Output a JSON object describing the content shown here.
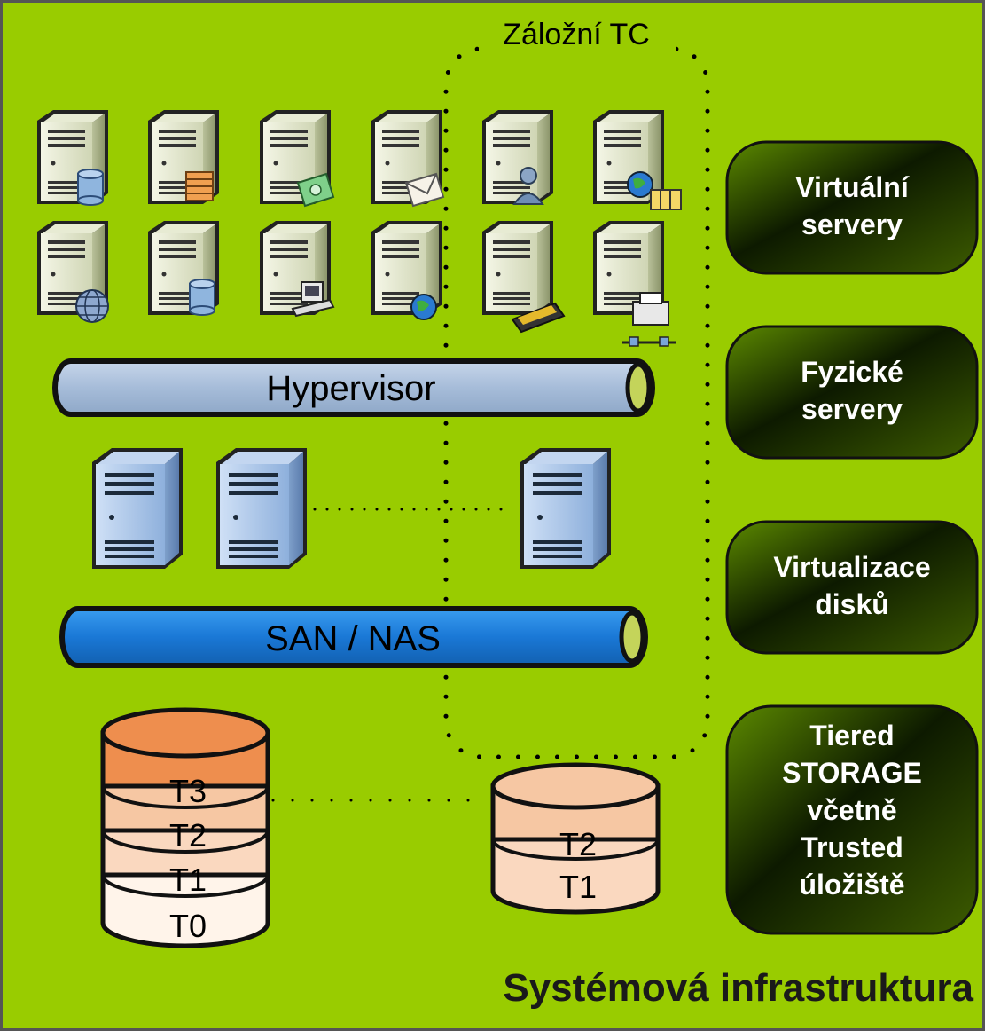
{
  "backup_site": {
    "label": "Záložní TC"
  },
  "layers": {
    "hypervisor": "Hypervisor",
    "san_nas": "SAN / NAS"
  },
  "side_labels": [
    {
      "lines": [
        "Virtuální",
        "servery"
      ]
    },
    {
      "lines": [
        "Fyzické",
        "servery"
      ]
    },
    {
      "lines": [
        "Virtualizace",
        "disků"
      ]
    },
    {
      "lines": [
        "Tiered",
        "STORAGE",
        "včetně",
        "Trusted",
        "úložiště"
      ]
    }
  ],
  "virtual_servers": [
    {
      "icon": "server-database-icon"
    },
    {
      "icon": "server-firewall-icon"
    },
    {
      "icon": "server-money-icon"
    },
    {
      "icon": "server-mail-icon"
    },
    {
      "icon": "server-user-icon"
    },
    {
      "icon": "server-web-folder-icon"
    },
    {
      "icon": "server-globe-icon"
    },
    {
      "icon": "server-database-icon"
    },
    {
      "icon": "server-workstation-icon"
    },
    {
      "icon": "server-globe-icon"
    },
    {
      "icon": "server-fax-icon"
    },
    {
      "icon": "server-printer-icon"
    }
  ],
  "physical_servers": [
    {
      "icon": "physical-server-icon"
    },
    {
      "icon": "physical-server-icon"
    },
    {
      "icon": "physical-server-icon"
    }
  ],
  "primary_storage": {
    "tiers": [
      "T3",
      "T2",
      "T1",
      "T0"
    ],
    "colors": [
      "#EE8E4E",
      "#F6C7A3",
      "#FAD8BF",
      "#FFF4EA"
    ]
  },
  "backup_storage": {
    "tiers": [
      "T2",
      "T1"
    ],
    "colors": [
      "#F6C7A3",
      "#FAD8BF"
    ]
  },
  "footer": {
    "title": "Systémová infrastruktura"
  },
  "colors": {
    "background": "#99CC00",
    "frame": "#555555",
    "hypervisor_bar": "#A9BEDA",
    "san_bar": "#1F7FD8",
    "pill_dark": "#0a1a00",
    "pill_light": "#5c8a00"
  }
}
